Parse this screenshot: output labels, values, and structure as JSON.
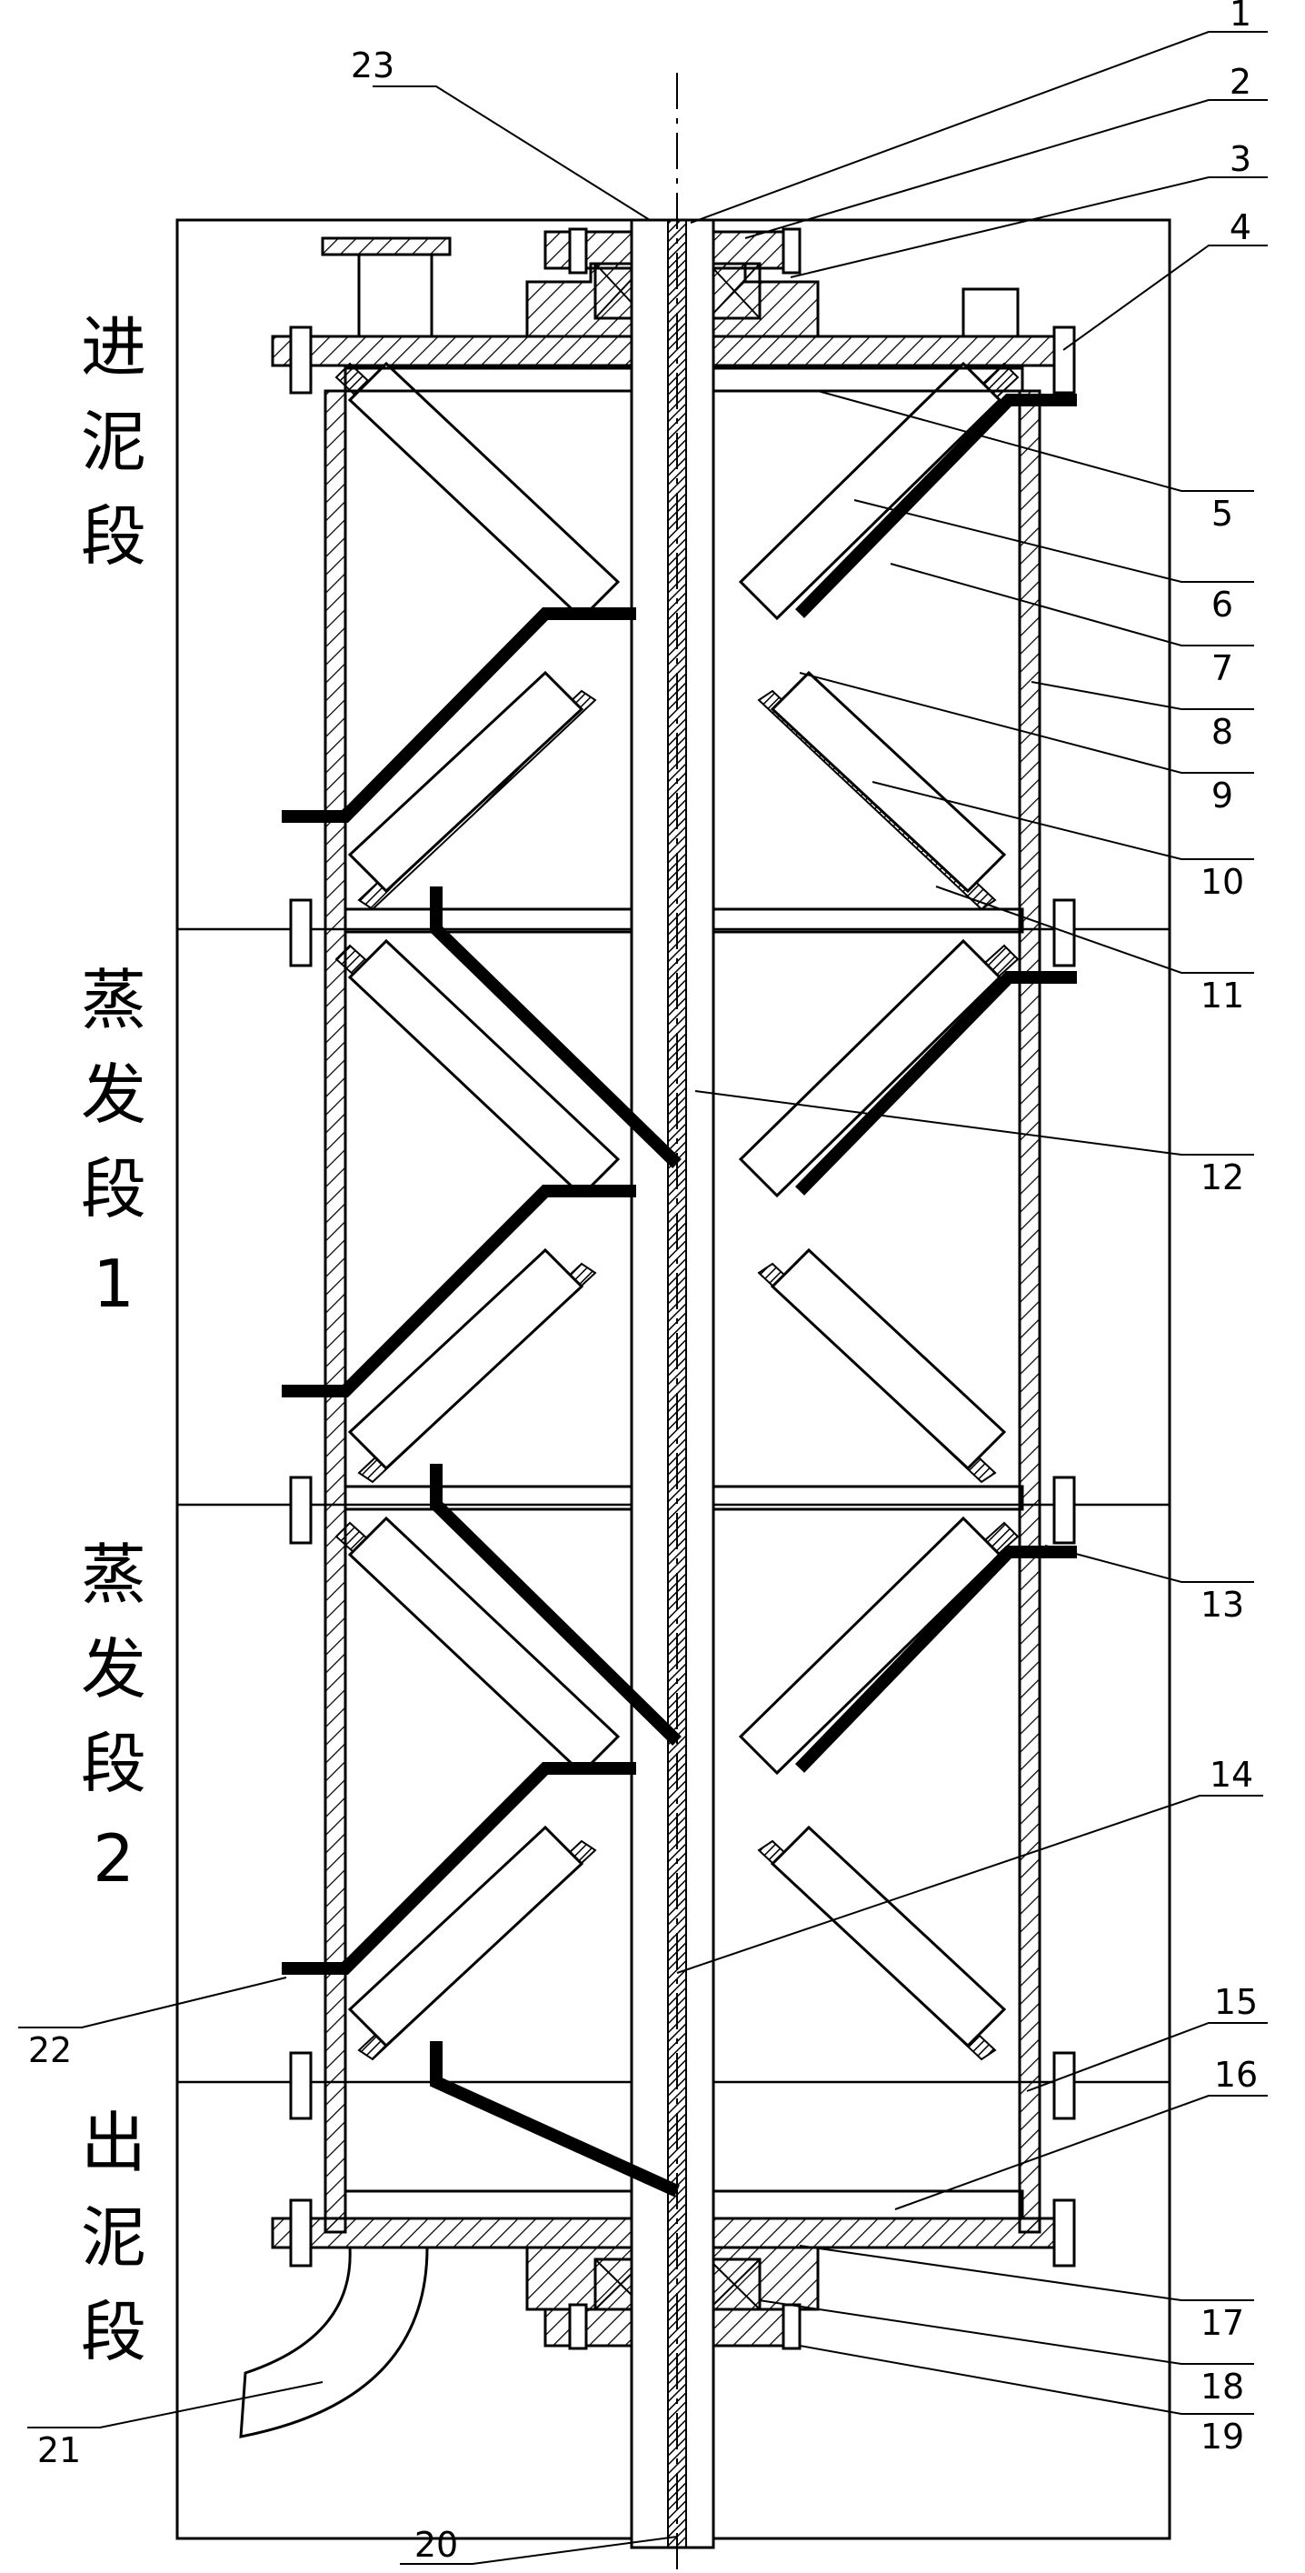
{
  "section_labels": [
    {
      "id": "inlet",
      "lines": [
        "进",
        "泥",
        "段"
      ]
    },
    {
      "id": "evap1",
      "lines": [
        "蒸",
        "发",
        "段",
        "1"
      ]
    },
    {
      "id": "evap2",
      "lines": [
        "蒸",
        "发",
        "段",
        "2"
      ]
    },
    {
      "id": "outlet",
      "lines": [
        "出",
        "泥",
        "段"
      ]
    }
  ],
  "callouts": [
    "1",
    "2",
    "3",
    "4",
    "5",
    "6",
    "7",
    "8",
    "9",
    "10",
    "11",
    "12",
    "13",
    "14",
    "15",
    "16",
    "17",
    "18",
    "19",
    "20",
    "21",
    "22",
    "23"
  ],
  "colors": {
    "line": "#000000",
    "hatch": "#000000",
    "background": "#ffffff"
  }
}
